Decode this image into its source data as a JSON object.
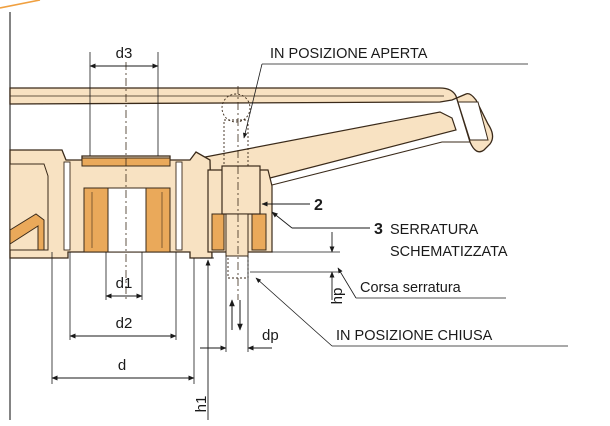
{
  "labels": {
    "in_posizione_aperta": "IN POSIZIONE APERTA",
    "in_posizione_chiusa": "IN POSIZIONE CHIUSA",
    "serratura": "SERRATURA",
    "schematizzata": "SCHEMATIZZATA",
    "corsa_serratura": "Corsa serratura",
    "callout_2": "2",
    "callout_3": "3"
  },
  "dimensions": {
    "d3": "d3",
    "d1": "d1",
    "d2": "d2",
    "d": "d",
    "dp": "dp",
    "hp": "hp",
    "h1": "h1"
  },
  "colors": {
    "body_fill": "#f8e2c2",
    "bush_fill": "#eaa95a",
    "outline": "#3a2a1a",
    "corner_accent": "#f0a040"
  }
}
